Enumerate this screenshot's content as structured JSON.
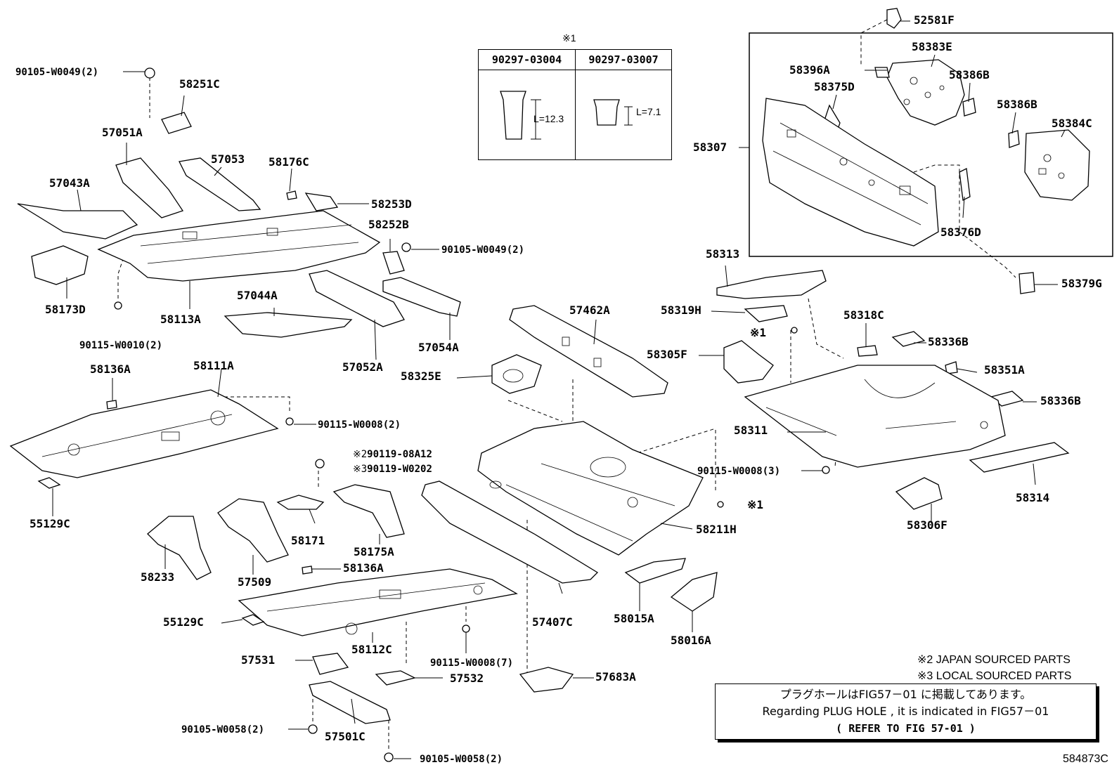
{
  "parts": {
    "p52581F": "52581F",
    "p58383E": "58383E",
    "p58396A": "58396A",
    "p58386B_1": "58386B",
    "p58375D": "58375D",
    "p58386B_2": "58386B",
    "p58384C": "58384C",
    "p58307": "58307",
    "p58376D": "58376D",
    "p58379G": "58379G",
    "p58313": "58313",
    "p58319H": "58319H",
    "p58318C": "58318C",
    "p58336B_1": "58336B",
    "p58305F": "58305F",
    "p58351A": "58351A",
    "p58336B_2": "58336B",
    "p58311": "58311",
    "p58314": "58314",
    "p58306F": "58306F",
    "p90105W0049_a": "90105-W0049(2)",
    "p58251C": "58251C",
    "p57051A": "57051A",
    "p57053": "57053",
    "p58176C": "58176C",
    "p57043A": "57043A",
    "p58253D": "58253D",
    "p58252B": "58252B",
    "p90105W0049_b": "90105-W0049(2)",
    "p58173D": "58173D",
    "p58113A": "58113A",
    "p57044A": "57044A",
    "p90115W0010": "90115-W0010(2)",
    "p57052A": "57052A",
    "p57054A": "57054A",
    "p57462A": "57462A",
    "p58136A_1": "58136A",
    "p58111A": "58111A",
    "p58325E": "58325E",
    "p90115W0008_a": "90115-W0008(2)",
    "p90119_08A12": "90119-08A12",
    "p90119_W0202": "90119-W0202",
    "p55129C_1": "55129C",
    "p90115W0008_b": "90115-W0008(3)",
    "p58171": "58171",
    "p58175A": "58175A",
    "p58211H": "58211H",
    "p58233": "58233",
    "p57509": "57509",
    "p58136A_2": "58136A",
    "p57407C": "57407C",
    "p58015A": "58015A",
    "p55129C_2": "55129C",
    "p58016A": "58016A",
    "p58112C": "58112C",
    "p57531": "57531",
    "p90115W0008_c": "90115-W0008(7)",
    "p57532": "57532",
    "p57683A": "57683A",
    "p90105W0058_a": "90105-W0058(2)",
    "p57501C": "57501C",
    "p90105W0058_b": "90105-W0058(2)"
  },
  "marks": {
    "m1": "※1",
    "m2": "※2",
    "m3": "※3"
  },
  "spec_table": {
    "mark": "※1",
    "col1_header": "90297-03004",
    "col2_header": "90297-03007",
    "col1_dim": "L=12.3",
    "col2_dim": "L=7.1"
  },
  "legend": {
    "japan": "※2 JAPAN SOURCED PARTS",
    "local": "※3 LOCAL SOURCED PARTS"
  },
  "note": {
    "line1": "プラグホールはFIG57－01 に掲載してあります。",
    "line2": "Regarding PLUG HOLE , it is indicated in FIG57－01",
    "line3": "( REFER TO FIG 57-01 )"
  },
  "figure_id": "584873C"
}
